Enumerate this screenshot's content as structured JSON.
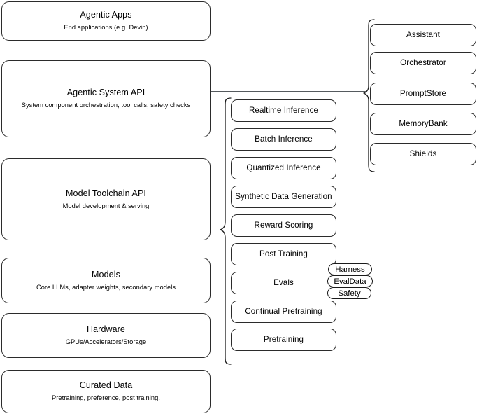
{
  "diagram": {
    "type": "layered-architecture-diagram",
    "background_color": "#ffffff",
    "stroke_color": "#2b2b2b",
    "connector_color": "#555a5e"
  },
  "layers": [
    {
      "id": "agentic-apps",
      "title": "Agentic Apps",
      "subtitle": "End applications (e.g. Devin)"
    },
    {
      "id": "agentic-system-api",
      "title": "Agentic System API",
      "subtitle": "System component orchestration, tool calls, safety checks"
    },
    {
      "id": "model-toolchain-api",
      "title": "Model Toolchain API",
      "subtitle": "Model development & serving"
    },
    {
      "id": "models",
      "title": "Models",
      "subtitle": "Core LLMs, adapter weights, secondary models"
    },
    {
      "id": "hardware",
      "title": "Hardware",
      "subtitle": "GPUs/Accelerators/Storage"
    },
    {
      "id": "curated-data",
      "title": "Curated Data",
      "subtitle": "Pretraining, preference, post training."
    }
  ],
  "toolchain_components": [
    {
      "id": "realtime-inference",
      "label": "Realtime Inference"
    },
    {
      "id": "batch-inference",
      "label": "Batch Inference"
    },
    {
      "id": "quantized-inference",
      "label": "Quantized Inference"
    },
    {
      "id": "synthetic-data-generation",
      "label": "Synthetic Data Generation"
    },
    {
      "id": "reward-scoring",
      "label": "Reward Scoring"
    },
    {
      "id": "post-training",
      "label": "Post Training"
    },
    {
      "id": "evals",
      "label": "Evals"
    },
    {
      "id": "continual-pretraining",
      "label": "Continual Pretraining"
    },
    {
      "id": "pretraining",
      "label": "Pretraining"
    }
  ],
  "system_components": [
    {
      "id": "assistant",
      "label": "Assistant"
    },
    {
      "id": "orchestrator",
      "label": "Orchestrator"
    },
    {
      "id": "promptstore",
      "label": "PromptStore"
    },
    {
      "id": "memorybank",
      "label": "MemoryBank"
    },
    {
      "id": "shields",
      "label": "Shields"
    }
  ],
  "evals_tags": [
    {
      "id": "harness",
      "label": "Harness"
    },
    {
      "id": "evaldata",
      "label": "EvalData"
    },
    {
      "id": "safety",
      "label": "Safety"
    }
  ]
}
